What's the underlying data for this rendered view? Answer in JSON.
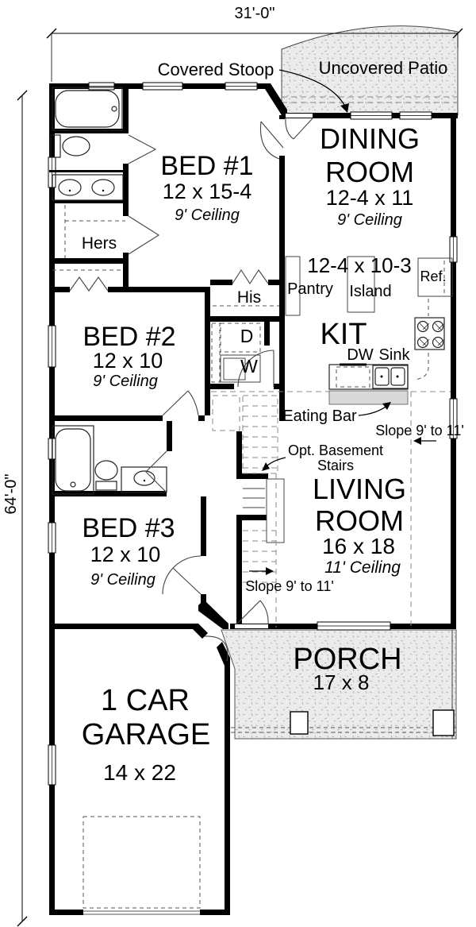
{
  "dimensions": {
    "width": "31'-0\"",
    "depth": "64'-0\""
  },
  "outdoor": {
    "stoop": "Covered Stoop",
    "patio": "Uncovered Patio",
    "porch_name": "PORCH",
    "porch_size": "17 x 8"
  },
  "rooms": {
    "bed1": {
      "name": "BED #1",
      "size": "12 x 15-4",
      "ceiling": "9' Ceiling"
    },
    "bed2": {
      "name": "BED #2",
      "size": "12 x 10",
      "ceiling": "9' Ceiling"
    },
    "bed3": {
      "name": "BED #3",
      "size": "12 x 10",
      "ceiling": "9' Ceiling"
    },
    "dining": {
      "line1": "DINING",
      "line2": "ROOM",
      "size": "12-4 x 11",
      "ceiling": "9' Ceiling"
    },
    "living": {
      "line1": "LIVING",
      "line2": "ROOM",
      "size": "16 x 18",
      "ceiling": "11' Ceiling"
    },
    "kitchen": {
      "name": "KIT",
      "size": "12-4 x 10-3"
    },
    "garage": {
      "line1": "1 CAR",
      "line2": "GARAGE",
      "size": "14 x 22"
    }
  },
  "features": {
    "pantry": "Pantry",
    "island": "Island",
    "ref": "Ref.",
    "dw": "DW",
    "sink": "Sink",
    "eating_bar": "Eating Bar",
    "hers": "Hers",
    "his": "His",
    "dryer": "D",
    "washer": "W",
    "opt_stairs_line1": "Opt. Basement",
    "opt_stairs_line2": "Stairs",
    "slope_top": "Slope 9' to 11'",
    "slope_bottom": "Slope 9' to 11'"
  }
}
